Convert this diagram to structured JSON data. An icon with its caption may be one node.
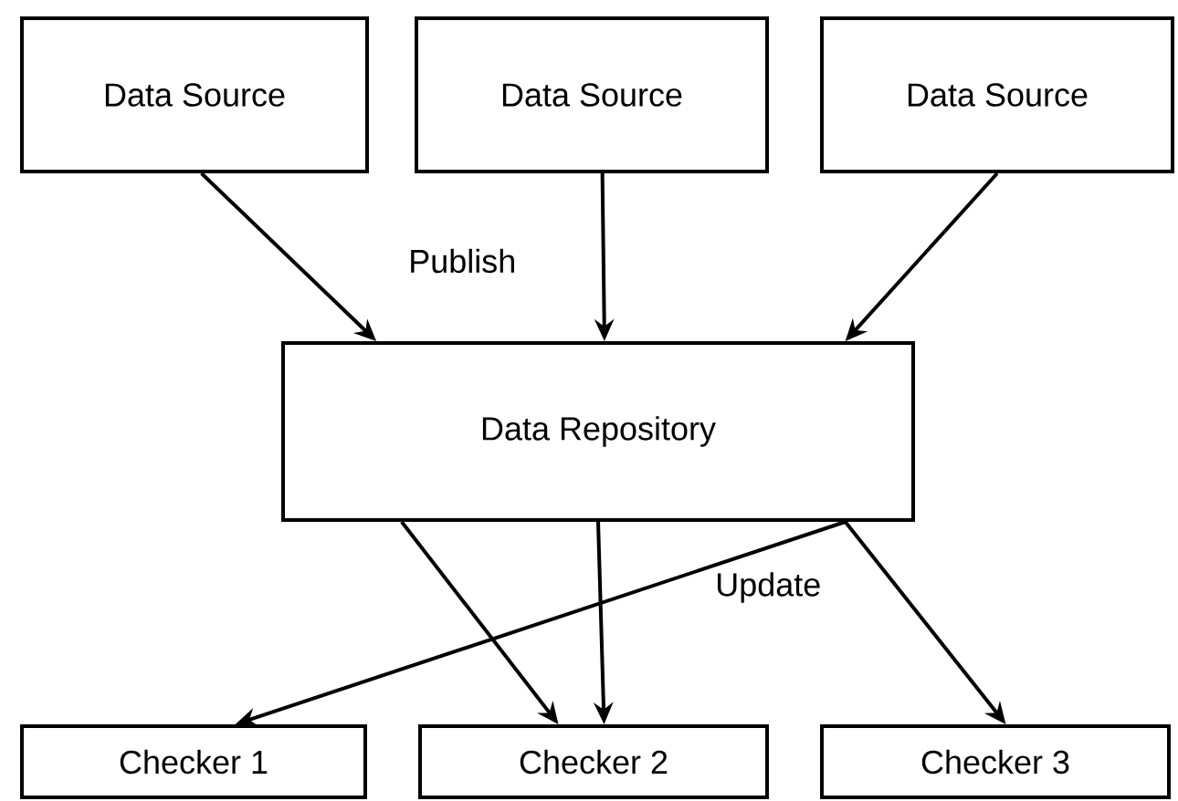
{
  "diagram": {
    "nodes": [
      {
        "text": [
          "Data Source"
        ]
      },
      {
        "text": [
          "Data Source"
        ]
      },
      {
        "text": [
          "Data Source"
        ]
      },
      {
        "text": [
          "Data Repository"
        ]
      },
      {
        "text": [
          "Checker 1"
        ]
      },
      {
        "text": [
          "Checker 2"
        ]
      },
      {
        "text": [
          "Checker 3"
        ]
      }
    ],
    "edges": [
      {
        "from": 0,
        "to": 3,
        "arrow": "to"
      },
      {
        "from": 1,
        "to": 3,
        "arrow": "to"
      },
      {
        "from": 2,
        "to": 3,
        "arrow": "to"
      },
      {
        "from": 3,
        "to": 4,
        "arrow": "to"
      },
      {
        "from": 3,
        "to": 5,
        "arrow": "to"
      },
      {
        "from": 3,
        "to": 5,
        "arrow": "to"
      },
      {
        "from": 3,
        "to": 6,
        "arrow": "to"
      }
    ],
    "labels": [
      "Publish",
      "Update"
    ]
  }
}
